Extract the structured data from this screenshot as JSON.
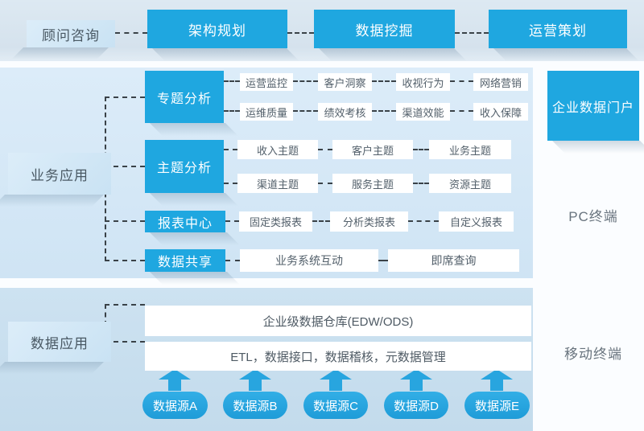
{
  "header": {
    "consulting": "顾问咨询",
    "phases": [
      "架构规划",
      "数据挖掘",
      "运营策划"
    ]
  },
  "business_section": {
    "title": "业务应用",
    "categories": [
      {
        "label": "专题分析",
        "rows": [
          [
            "运营监控",
            "客户洞察",
            "收视行为",
            "网络营销"
          ],
          [
            "运维质量",
            "绩效考核",
            "渠道效能",
            "收入保障"
          ]
        ]
      },
      {
        "label": "主题分析",
        "rows": [
          [
            "收入主题",
            "客户主题",
            "业务主题"
          ],
          [
            "渠道主题",
            "服务主题",
            "资源主题"
          ]
        ]
      },
      {
        "label": "报表中心",
        "rows": [
          [
            "固定类报表",
            "分析类报表",
            "自定义报表"
          ]
        ]
      },
      {
        "label": "数据共享",
        "rows": [
          [
            "业务系统互动",
            "即席查询"
          ]
        ]
      }
    ]
  },
  "portal": {
    "label": "企业数据门户"
  },
  "terminals": {
    "pc": "PC终端",
    "mobile": "移动终端"
  },
  "data_section": {
    "title": "数据应用",
    "warehouse": "企业级数据仓库(EDW/ODS)",
    "etl": "ETL，数据接口，数据稽核，元数据管理",
    "sources": [
      "数据源A",
      "数据源B",
      "数据源C",
      "数据源D",
      "数据源E"
    ]
  },
  "colors": {
    "primary_blue": "#1fa7e0",
    "band_bg": "#d9e5ef",
    "panel_mid_bg": "#d7e9f7",
    "panel_bottom_bg": "#c7deef",
    "dash": "#3a4248",
    "text_dark": "#495863"
  }
}
